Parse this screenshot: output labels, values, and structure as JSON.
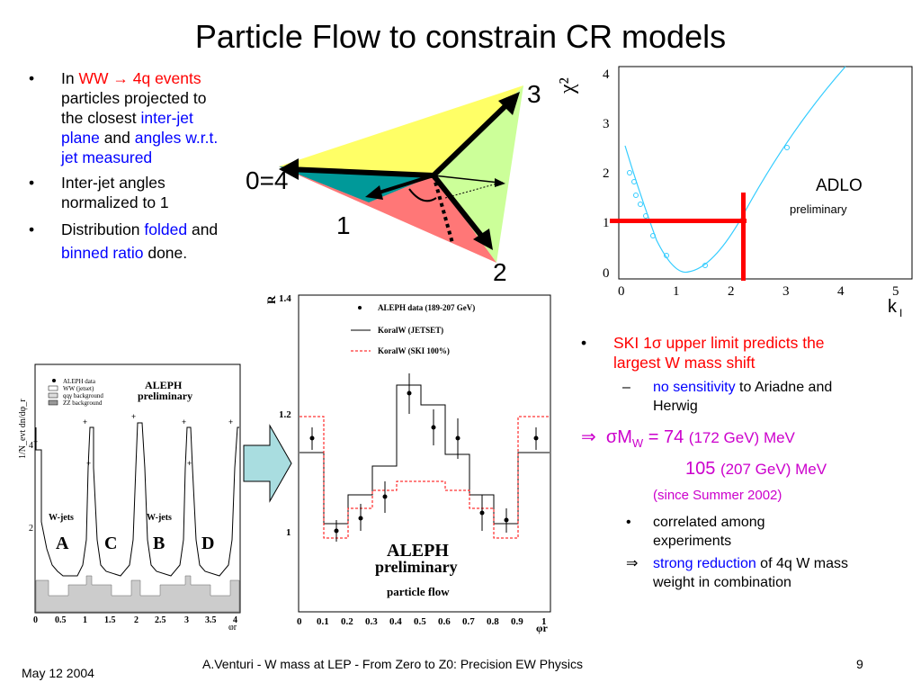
{
  "title": "Particle Flow to constrain CR models",
  "bullets_left": {
    "b1": {
      "pre": "In ",
      "ww": "WW ",
      "arrow": "→",
      "events": " 4q events",
      "l2": "particles projected to",
      "l3a": "the closest ",
      "l3b": "inter-jet",
      "l4a": "plane",
      "l4b": " and ",
      "l4c": "angles w.r.t.",
      "l5a": "jet",
      "l5b": "  measured"
    },
    "b2": {
      "l1": "Inter-jet angles",
      "l2": "normalized to 1"
    },
    "b3": {
      "pre": "Distribution ",
      "folded": "folded",
      "and": " and",
      "binned": "binned ratio",
      "done": " done."
    }
  },
  "triangle": {
    "label_0": "0=4",
    "label_1": "1",
    "label_2": "2",
    "label_3": "3"
  },
  "chi2_plot": {
    "ylabel": "χ²",
    "xlabel": "k",
    "xlabel_sub": "I",
    "yticks": [
      "0",
      "1",
      "2",
      "3",
      "4"
    ],
    "xticks": [
      "0",
      "1",
      "2",
      "3",
      "4",
      "5"
    ],
    "label": "ADLO",
    "sublabel": "preliminary"
  },
  "aleph_left": {
    "ylabel": "1/N_evt dn/dφ_r",
    "legend": [
      "ALEPH data",
      "WW (jetset)",
      "qqγ background",
      "ZZ background"
    ],
    "title1": "ALEPH",
    "title2": "preliminary",
    "wjets1": "W-jets",
    "wjets2": "W-jets",
    "regions": [
      "A",
      "C",
      "B",
      "D"
    ],
    "yticks": [
      "2",
      "4"
    ],
    "xticks": [
      "0",
      "0.5",
      "1",
      "1.5",
      "2",
      "2.5",
      "3",
      "3.5",
      "4"
    ],
    "xlabel": "φr"
  },
  "aleph_ratio": {
    "ylabel": "R",
    "yticks": [
      "1",
      "1.2",
      "1.4"
    ],
    "xticks": [
      "0",
      "0.1",
      "0.2",
      "0.3",
      "0.4",
      "0.5",
      "0.6",
      "0.7",
      "0.8",
      "0.9",
      "1"
    ],
    "xlabel": "φr",
    "legend": [
      "ALEPH data (189-207 GeV)",
      "KoralW (JETSET)",
      "KoralW (SKI 100%)"
    ],
    "title1": "ALEPH",
    "title2": "preliminary",
    "title3": "particle flow"
  },
  "right_text": {
    "b1": {
      "pre": "SKI 1",
      "sigma": "σ",
      "post": " upper limit predicts the",
      "l2": "largest W mass shift"
    },
    "sub1": {
      "dash": "–",
      "blue": "no sensitivity",
      "rest": " to Ariadne and",
      "l2": "Herwig"
    },
    "result": {
      "arrow": "⇒",
      "sigma": "σ",
      "M": "M",
      "W": "W",
      "eq": " = 74 ",
      "v1": "(172 GeV) MeV",
      "n2": "105 ",
      "v2": "(207 GeV) MeV",
      "since": "(since Summer 2002)"
    },
    "sub2": {
      "l1": "correlated among",
      "l2": "experiments"
    },
    "sub3": {
      "arrow": "⇒ ",
      "blue": "strong reduction",
      "rest": " of 4q W mass",
      "l2": "weight in combination"
    }
  },
  "footer": {
    "date": "May 12 2004",
    "center": "A.Venturi - W mass at LEP - From Zero to Z0: Precision EW Physics",
    "page": "9"
  },
  "colors": {
    "red": "#ff0000",
    "blue": "#0000ff",
    "magenta": "#cc00cc",
    "cyan": "#33ccff",
    "yellow": "#ffff66",
    "green": "#ccff99",
    "teal": "#009999",
    "salmon": "#ff7777"
  }
}
